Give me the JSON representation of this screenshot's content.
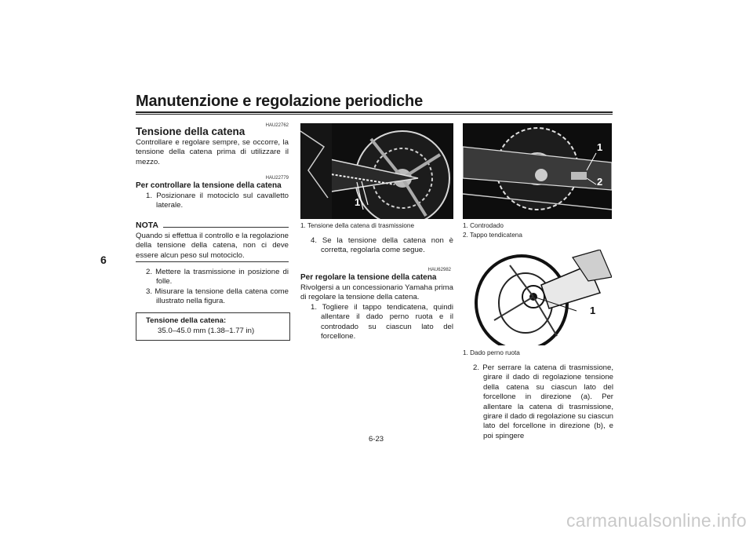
{
  "header": {
    "title": "Manutenzione e regolazione periodiche",
    "side_tab": "6"
  },
  "col1": {
    "code1": "HAU22762",
    "heading": "Tensione della catena",
    "intro": "Controllare e regolare sempre, se occorre, la tensione della catena prima di utilizzare il mezzo.",
    "code2": "HAU22779",
    "subheading": "Per controllare la tensione della catena",
    "step1": "1. Posizionare il motociclo sul cavalletto laterale.",
    "note_label": "NOTA",
    "note_text": "Quando si effettua il controllo e la regolazione della tensione della catena, non ci deve essere alcun peso sul motociclo.",
    "step2": "2. Mettere la trasmissione in posizione di folle.",
    "step3": "3. Misurare la tensione della catena come illustrato nella figura.",
    "spec_title": "Tensione della catena:",
    "spec_value": "35.0–45.0 mm (1.38–1.77 in)"
  },
  "col2": {
    "image_callout": "1",
    "caption": "1. Tensione della catena di trasmissione",
    "step4": "4. Se la tensione della catena non è corretta, regolarla come segue.",
    "code3": "HAU62982",
    "subheading": "Per regolare la tensione della catena",
    "intro": "Rivolgersi a un concessionario Yamaha prima di regolare la tensione della catena.",
    "step1": "1. Togliere il tappo tendicatena, quindi allentare il dado perno ruota e il controdado su ciascun lato del forcellone."
  },
  "col3": {
    "image1_callout1": "1",
    "image1_callout2": "2",
    "caption1_line1": "1. Controdado",
    "caption1_line2": "2. Tappo tendicatena",
    "image2_callout": "1",
    "caption2": "1. Dado perno ruota",
    "step2": "2. Per serrare la catena di trasmissione, girare il dado di regolazione tensione della catena su ciascun lato del forcellone in direzione (a). Per allentare la catena di trasmissione, girare il dado di regolazione su ciascun lato del forcellone in direzione (b), e poi spingere"
  },
  "footer": {
    "page_number": "6-23",
    "watermark": "carmanualsonline.info"
  }
}
